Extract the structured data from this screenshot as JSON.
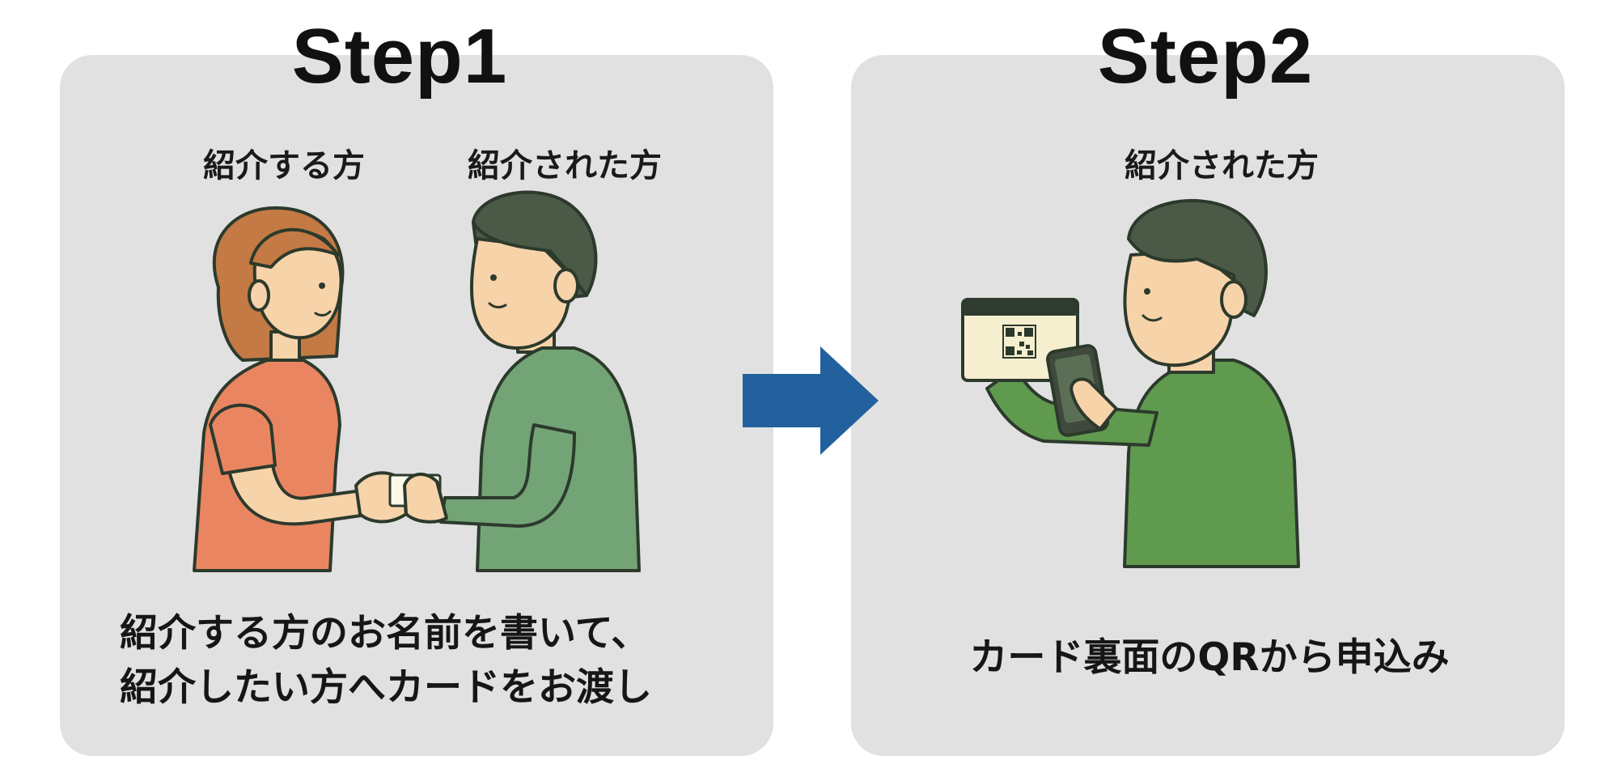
{
  "step1": {
    "title": "Step1",
    "label_referrer": "紹介する方",
    "label_referred": "紹介された方",
    "caption_line1": "紹介する方のお名前を書いて、",
    "caption_line2": "紹介したい方へカードをお渡し"
  },
  "step2": {
    "title": "Step2",
    "label_referred": "紹介された方",
    "caption": "カード裏面のQRから申込み"
  },
  "colors": {
    "panel_bg": "#e1e1e1",
    "arrow": "#23609e",
    "woman_shirt": "#e98661",
    "man_shirt": "#73a475",
    "man2_shirt": "#5f9a4f",
    "hair_dark": "#4a5a46",
    "hair_woman": "#c47a44",
    "skin": "#f7d3aa",
    "outline": "#2c3a2c"
  },
  "icons": [
    "right-arrow-icon",
    "qr-code-icon",
    "smartphone-icon",
    "card-icon"
  ]
}
